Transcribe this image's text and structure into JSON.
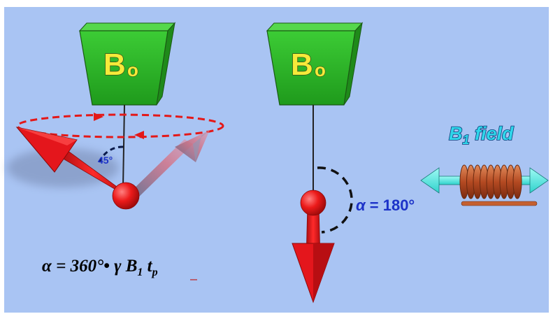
{
  "magnets": [
    {
      "main": "B",
      "sub": "o"
    },
    {
      "main": "B",
      "sub": "o"
    }
  ],
  "left_angle": {
    "value": "45°"
  },
  "right_angle": {
    "prefix": "α",
    "text": " = 180°"
  },
  "b1_field": {
    "main": "B",
    "sub": "1",
    "suffix": " field"
  },
  "formula": {
    "lead": "α = 360°• γ B",
    "b_sub": "1",
    "t": " t",
    "t_sub": "p"
  },
  "colors": {
    "background": "#a9c4f3",
    "magnet_green": "#2fb02a",
    "vector_red": "#e4161c",
    "b1_arrow": "#5ff4ea",
    "coil": "#c05a2a"
  }
}
